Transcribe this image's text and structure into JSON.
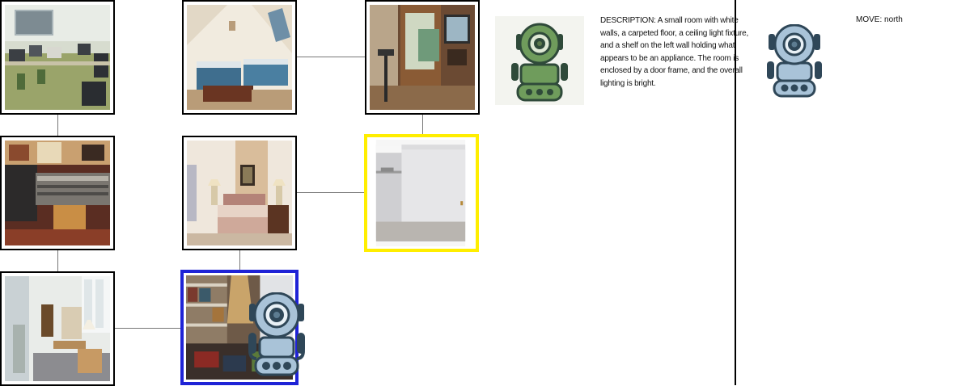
{
  "map": {
    "rooms": [
      {
        "id": "computer-lab",
        "scene": "lab"
      },
      {
        "id": "attic-bedroom",
        "scene": "attic"
      },
      {
        "id": "art-studio",
        "scene": "studio"
      },
      {
        "id": "recording-studio",
        "scene": "recording"
      },
      {
        "id": "bedroom",
        "scene": "bedroom"
      },
      {
        "id": "closet",
        "scene": "closet",
        "highlight": "target"
      },
      {
        "id": "library",
        "scene": "library"
      },
      {
        "id": "cluttered-closet",
        "scene": "clutter",
        "highlight": "current"
      }
    ],
    "current_border_color": "#1f23d6",
    "target_border_color": "#ffee00"
  },
  "agent": {
    "robot_color": "#a9c3d8",
    "thumbnail_robot_color": "#6f9c5c"
  },
  "panel": {
    "description": "DESCRIPTION: A small room with white walls, a carpeted floor, a ceiling light fixture, and a shelf on the left wall holding what appears to be an appliance. The room is enclosed by a door frame, and the overall lighting is bright.",
    "move": "MOVE: north"
  }
}
